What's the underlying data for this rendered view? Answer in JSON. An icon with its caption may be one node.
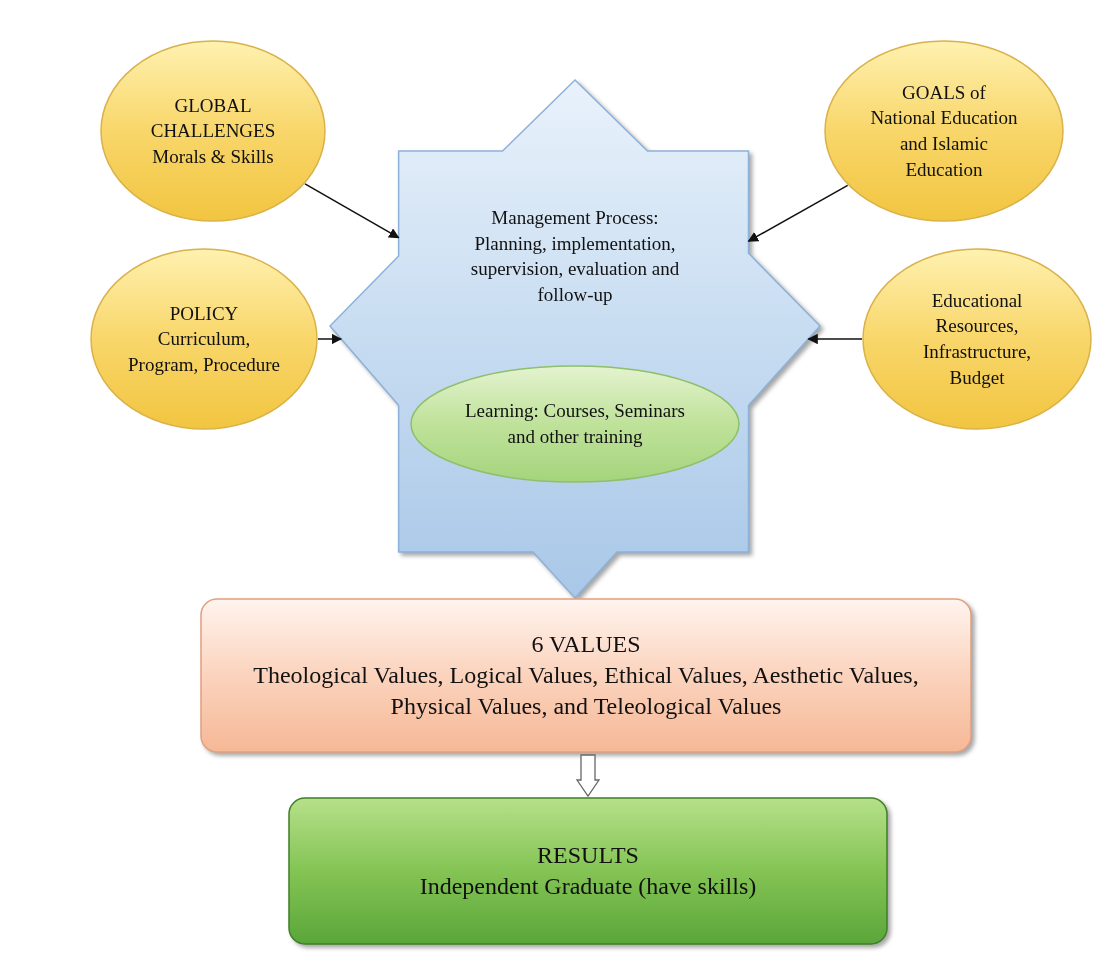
{
  "diagram": {
    "nodes": [
      {
        "text": [
          "GLOBAL CHALLENGES",
          "Morals & Skills"
        ]
      },
      {
        "text": [
          "GOALS of National Education and Islamic Education"
        ]
      },
      {
        "text": [
          "Management Process: Planning, implementation, supervision, evaluation and follow-up"
        ]
      },
      {
        "text": [
          "Learning: Courses, Seminars and other training"
        ],
        "in": 2
      },
      {
        "text": [
          "POLICY",
          "Curriculum, Program, Procedure"
        ]
      },
      {
        "text": [
          "Educational Resources, Infrastructure, Budget"
        ]
      },
      {
        "text": [
          "6 VALUES",
          "Theological Values, Logical Values, Ethical Values, Aesthetic Values, Physical Values, and Teleological Values"
        ]
      },
      {
        "text": [
          "RESULTS",
          "Independent Graduate (have skills)"
        ]
      }
    ],
    "edges": [
      {
        "from": 0,
        "to": 2,
        "arrow": "to"
      },
      {
        "from": 1,
        "to": 2,
        "arrow": "to"
      },
      {
        "from": 4,
        "to": 2,
        "arrow": "to"
      },
      {
        "from": 5,
        "to": 2,
        "arrow": "to"
      },
      {
        "from": 6,
        "to": 7,
        "arrow": "to",
        "style": "thick"
      }
    ]
  }
}
